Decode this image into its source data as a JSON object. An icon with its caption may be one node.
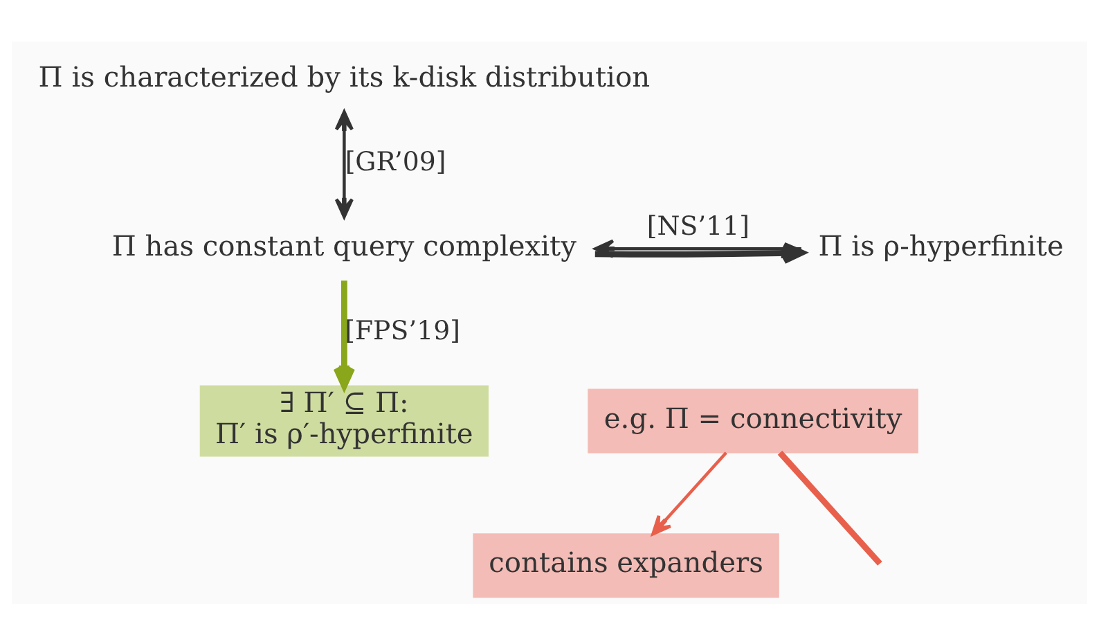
{
  "diagram": {
    "nodes": [
      {
        "text": [
          "Π is characterized by its k-disk distribution"
        ]
      },
      {
        "text": [
          "Π is ρ-hyperfinite"
        ]
      },
      {
        "text": [
          "Π has constant query complexity"
        ]
      },
      {
        "text": [
          "e.g. Π = connectivity"
        ]
      },
      {
        "text": [
          "contains expanders"
        ]
      },
      {
        "text": [
          "∃ Π′ ⊆ Π:",
          "Π′ is ρ′-hyperfinite"
        ]
      }
    ],
    "edges": [
      {
        "from": 0,
        "to": 2,
        "arrow": "both",
        "label": "[GR’09]"
      },
      {
        "from": 1,
        "to": 2,
        "arrow": "to",
        "label": "[NS’11]"
      },
      {
        "from": 2,
        "to": 1,
        "arrow": "to",
        "style": "thick"
      },
      {
        "from": 3,
        "to": null,
        "arrow": "none",
        "style": "thick",
        "color": "#e8604c"
      },
      {
        "from": 3,
        "to": 4,
        "arrow": "to",
        "color": "#e8604c"
      },
      {
        "from": 2,
        "to": 5,
        "arrow": "to",
        "label": "[FPS’19]",
        "style": "thick",
        "color": "#8aa61a"
      }
    ]
  }
}
